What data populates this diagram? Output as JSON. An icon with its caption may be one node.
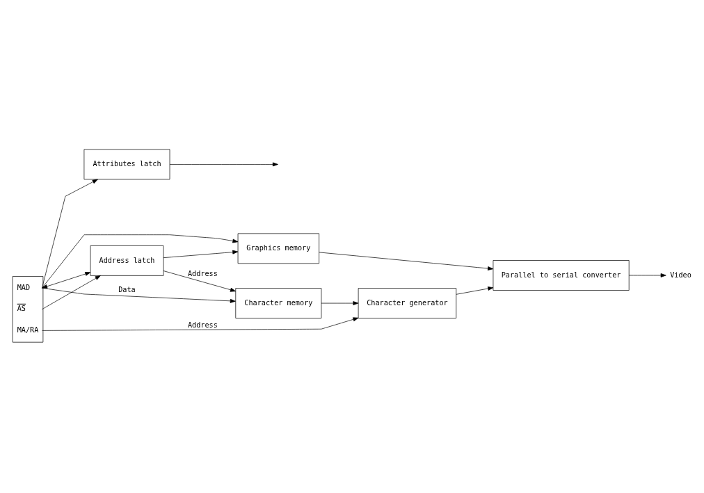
{
  "diagram": {
    "nodes": [
      {
        "text": [
          "MAD",
          "AS",
          "MA/RA"
        ]
      },
      {
        "text": [
          "Address latch"
        ]
      },
      {
        "text": [
          "Character memory"
        ]
      },
      {
        "text": [
          "Graphics memory"
        ]
      },
      {
        "text": [
          "Attributes latch"
        ]
      },
      {
        "text": [
          "Character generator"
        ]
      },
      {
        "text": [
          "Parallel to serial converter"
        ]
      },
      {
        "text": [
          "Video"
        ]
      }
    ],
    "edges": [
      {
        "from": 0,
        "to": 1,
        "arrow": "both"
      },
      {
        "from": 0,
        "to": 1,
        "arrow": "to"
      },
      {
        "from": 1,
        "to": 2,
        "arrow": "to",
        "label": "Address"
      },
      {
        "from": 1,
        "to": 3,
        "arrow": "to"
      },
      {
        "from": 0,
        "to": 2,
        "arrow": "to",
        "label": "Data"
      },
      {
        "from": 0,
        "to": 3,
        "arrow": "to"
      },
      {
        "from": 0,
        "to": 4,
        "arrow": "to"
      },
      {
        "from": 0,
        "to": 5,
        "arrow": "to",
        "label": "Address"
      },
      {
        "from": 4,
        "to": null,
        "arrow": "to"
      },
      {
        "from": 2,
        "to": 5,
        "arrow": "to"
      },
      {
        "from": 5,
        "to": 6,
        "arrow": "to"
      },
      {
        "from": 3,
        "to": 6,
        "arrow": "to"
      },
      {
        "from": 6,
        "to": 7,
        "arrow": "to"
      }
    ]
  }
}
